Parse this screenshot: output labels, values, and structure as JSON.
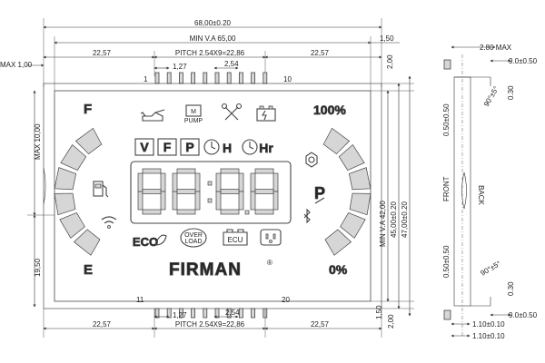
{
  "dimensions": {
    "overall_width": "68,00±0.20",
    "viewing_area_width": "MIN V.A 65,00",
    "left_offset_top": "22,57",
    "right_offset_top": "22,57",
    "pitch_top": "PITCH 2.54X9=22,86",
    "pin_width_top": "1,27",
    "pin_spacing_top": "2,54",
    "pin_height_top": "2,00",
    "overall_margin_top": "1,50",
    "max_left": "MAX 1,00",
    "left_height_max": "MAX 10,00",
    "left_lower": "19,50",
    "viewing_area_height": "MIN V.A 42,00",
    "inner_height": "45,00±0.20",
    "overall_height": "47,00±0.20",
    "left_offset_bottom": "22,57",
    "right_offset_bottom": "22,57",
    "pitch_bottom": "PITCH 2.54X9=22,86",
    "pin_width_bottom": "1,27",
    "pin_spacing_bottom": "2,54",
    "pin_height_bottom": "2,00",
    "overall_margin_bottom": "1,50"
  },
  "pins": {
    "top_first": "1",
    "top_last": "10",
    "bottom_first": "11",
    "bottom_last": "20"
  },
  "display": {
    "fuel_full": "F",
    "fuel_empty": "E",
    "percent_full": "100%",
    "percent_empty": "0%",
    "pump_label_m": "M",
    "pump_label": "PUMP",
    "unit_v": "V",
    "unit_f": "F",
    "unit_p": "P",
    "unit_h": "H",
    "unit_hr": "Hr",
    "eco": "ECO",
    "overload_line1": "OVER",
    "overload_line2": "LOAD",
    "ecu": "ECU",
    "brand": "FIRMAN",
    "brand_mark": "®",
    "p_symbol": "P"
  },
  "side_view": {
    "max_thickness": "2.80 MAX",
    "pin_offset_top": "9.0±0.50",
    "angle_top": "90°±5°",
    "pin_len_top": "0.30",
    "pin_pos_top": "0.50±0.50",
    "front_label": "FRONT",
    "back_label": "BACK",
    "pin_pos_bottom": "0.50±0.50",
    "angle_bottom": "90°±5°",
    "pin_len_bottom": "0.30",
    "pin_offset_bottom_1": "9.0±0.50",
    "pin_offset_bottom_2": "1.10±0.10",
    "pin_offset_bottom_3": "1.10±0.10"
  },
  "colors": {
    "segment_fill": "#d6d6d6",
    "outline": "#444444"
  }
}
